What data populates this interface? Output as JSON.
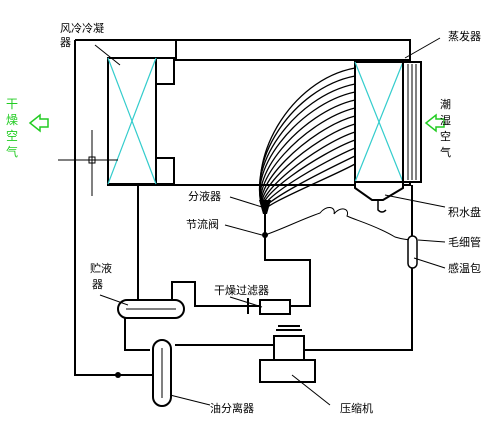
{
  "labels": {
    "condenser_line1": "风冷冷凝",
    "condenser_line2": "器",
    "evaporator": "蒸发器",
    "liquid_distributor": "分液器",
    "throttle_valve": "节流阀",
    "water_tray": "积水盘",
    "capillary": "毛细管",
    "temp_bulb": "感温包",
    "receiver_line1": "贮液",
    "receiver_line2": "器",
    "filter_drier": "干燥过滤器",
    "oil_separator": "油分离器",
    "compressor": "压缩机"
  },
  "air": {
    "dry_air": [
      "干",
      "燥",
      "空",
      "气"
    ],
    "humid_air": [
      "潮",
      "湿",
      "空",
      "气"
    ],
    "accent_color": "#22cc22"
  },
  "colors": {
    "line": "#000000",
    "coil_cross": "#33cccc",
    "text_air": "#22cc22"
  }
}
